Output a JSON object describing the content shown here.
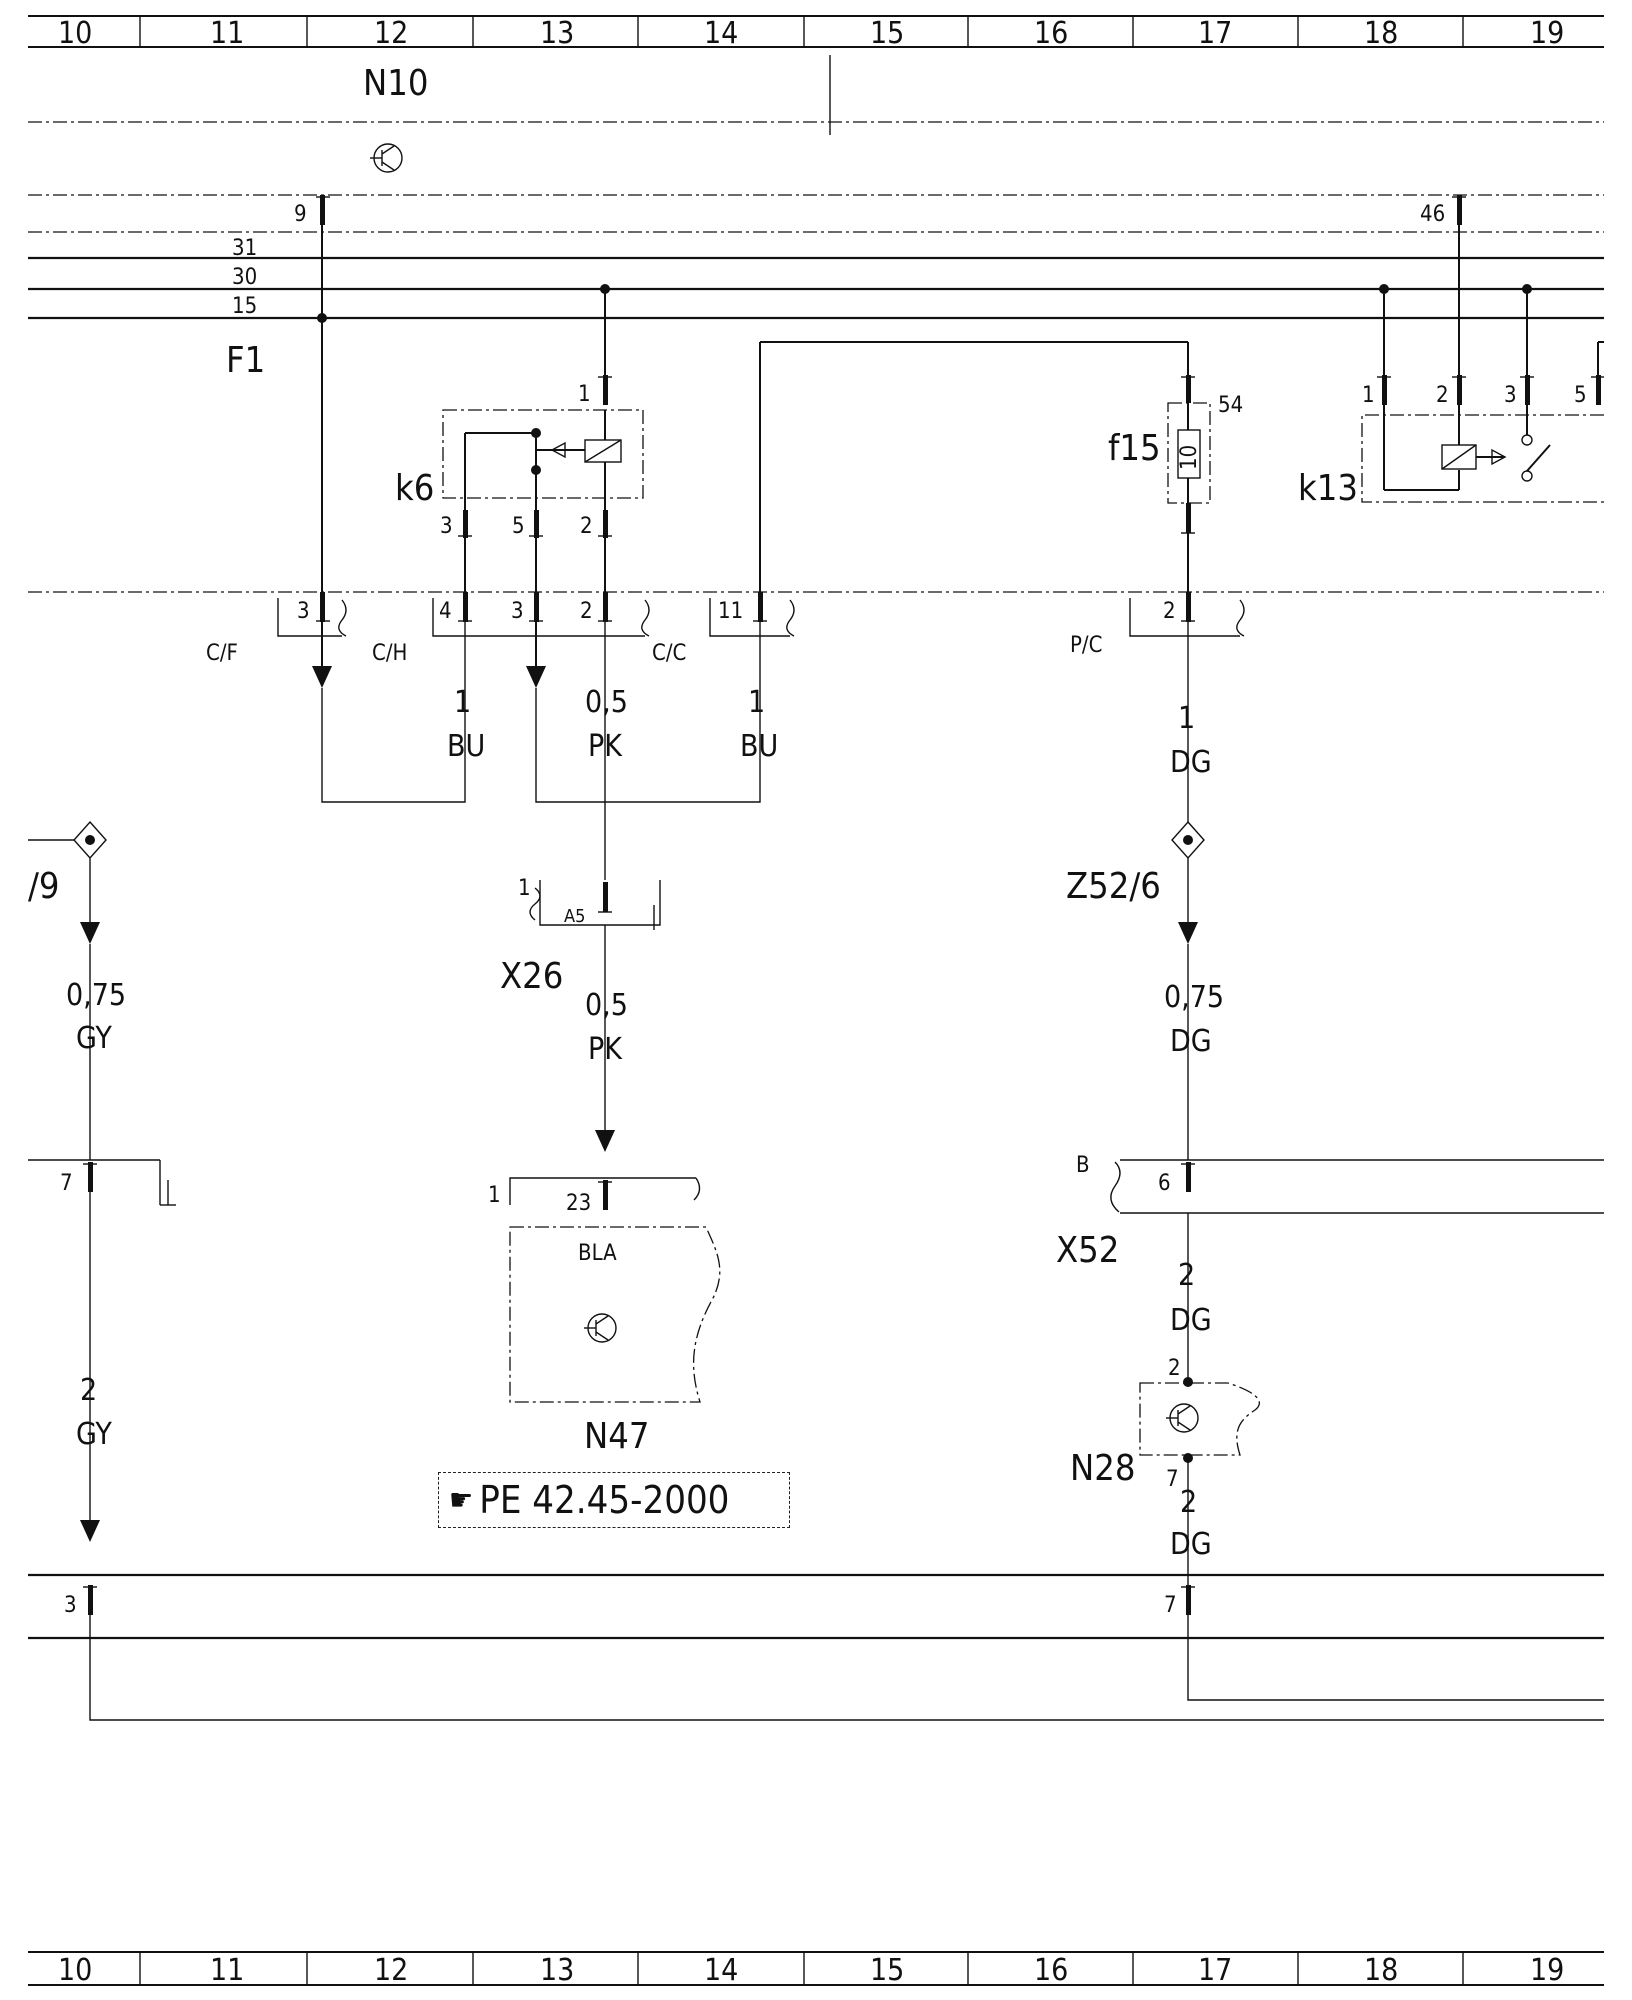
{
  "grid": {
    "columns": [
      "10",
      "11",
      "12",
      "13",
      "14",
      "15",
      "16",
      "17",
      "18",
      "19"
    ]
  },
  "bus": {
    "lines": [
      "31",
      "30",
      "15"
    ],
    "fuse_block": "F1"
  },
  "components": {
    "n10": "N10",
    "k6": "k6",
    "f15": "f15",
    "f15_rating": "10",
    "f15_pin": "54",
    "k13": "k13",
    "x26": "X26",
    "x52": "X52",
    "n47": "N47",
    "n47_sub": "BLA",
    "n28": "N28",
    "z52_6": "Z52/6",
    "left_ref": "/9"
  },
  "connectors": {
    "c_f": "C/F",
    "c_h": "C/H",
    "c_c": "C/C",
    "p_c": "P/C",
    "x26_socket": "A5",
    "x52_letter": "B"
  },
  "pins": {
    "n10_9": "9",
    "k13_46": "46",
    "k6_1": "1",
    "k6_3": "3",
    "k6_5": "5",
    "k6_2": "2",
    "cf_3": "3",
    "ch_4": "4",
    "ch_3": "3",
    "ch_2": "2",
    "cc_11": "11",
    "pc_2": "2",
    "k13_1": "1",
    "k13_2": "2",
    "k13_3": "3",
    "k13_5": "5",
    "x26_1": "1",
    "n47_1": "1",
    "n47_23": "23",
    "left_7": "7",
    "x52_6": "6",
    "n28_2": "2",
    "n28_7": "7",
    "bottom_3": "3",
    "bottom_7": "7"
  },
  "wires": {
    "w_bu1_size": "1",
    "w_bu1_color": "BU",
    "w_pk1_size": "0,5",
    "w_pk1_color": "PK",
    "w_bu2_size": "1",
    "w_bu2_color": "BU",
    "w_dg1_size": "1",
    "w_dg1_color": "DG",
    "w_pk2_size": "0,5",
    "w_pk2_color": "PK",
    "w_gy1_size": "0,75",
    "w_gy1_color": "GY",
    "w_dg2_size": "0,75",
    "w_dg2_color": "DG",
    "w_dg3_size": "2",
    "w_dg3_color": "DG",
    "w_gy2_size": "2",
    "w_gy2_color": "GY",
    "w_dg4_size": "2",
    "w_dg4_color": "DG"
  },
  "reference": {
    "text": "PE 42.45-2000",
    "icon": "pointing-hand-icon"
  }
}
